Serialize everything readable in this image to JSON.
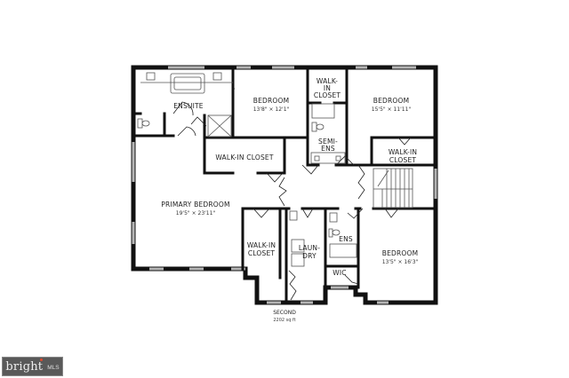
{
  "plan": {
    "floor_name": "SECOND",
    "area": "2202 sq ft"
  },
  "rooms": {
    "ensuite": {
      "name": "ENSUITE"
    },
    "bedroom_1": {
      "name": "BEDROOM",
      "dims": "13'8\" × 12'1\""
    },
    "walkin_closet_top": {
      "line1": "WALK-",
      "line2": "IN",
      "line3": "CLOSET"
    },
    "bedroom_2": {
      "name": "BEDROOM",
      "dims": "15'5\" × 11'11\""
    },
    "semi_ens": {
      "line1": "SEMI-",
      "line2": "ENS"
    },
    "walkin_closet_primary": {
      "name": "WALK-IN CLOSET"
    },
    "walkin_closet_right": {
      "line1": "WALK-IN",
      "line2": "CLOSET"
    },
    "primary_bedroom": {
      "name": "PRIMARY BEDROOM",
      "dims": "19'5\" × 23'11\""
    },
    "walkin_closet_lower": {
      "line1": "WALK-IN",
      "line2": "CLOSET"
    },
    "laundry": {
      "line1": "LAUN-",
      "line2": "DRY"
    },
    "ens": {
      "name": "ENS"
    },
    "wic": {
      "name": "WIC"
    },
    "bedroom_3": {
      "name": "BEDROOM",
      "dims": "13'5\" × 16'3\""
    }
  },
  "branding": {
    "logo_main": "bright",
    "logo_sub": "MLS",
    "logo_dot_color": "#e04a2f"
  },
  "colors": {
    "wall": "#111111",
    "window": "#b5b5b5",
    "fixture": "#555555"
  }
}
